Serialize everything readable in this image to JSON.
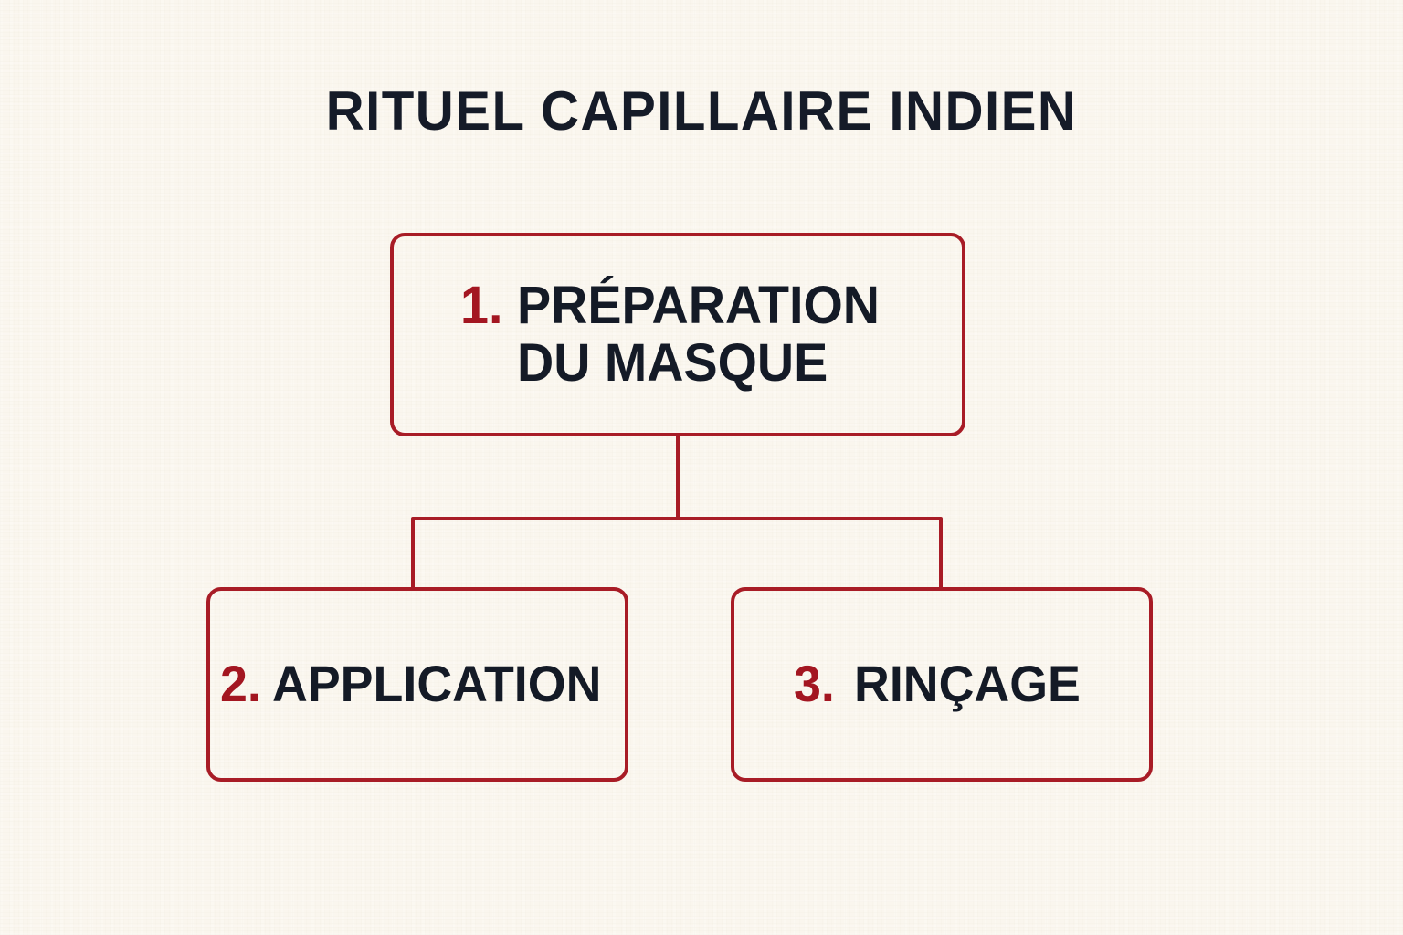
{
  "page": {
    "title": "RITUEL CAPILLAIRE INDIEN",
    "background_color": "#faf6ee",
    "accent_color": "#a81c26",
    "number_color": "#a31621",
    "text_color": "#141a26"
  },
  "diagram": {
    "type": "flowchart",
    "layout": "one-parent-two-children",
    "steps": [
      {
        "number": "1.",
        "label": "PRÉPARATION DU MASQUE",
        "label_line_1": "PRÉPARATION",
        "label_line_2": "DU MASQUE",
        "level": 1
      },
      {
        "number": "2.",
        "label": "APPLICATION",
        "level": 2
      },
      {
        "number": "3.",
        "label": "RINÇAGE",
        "level": 2
      }
    ],
    "connections": [
      {
        "from": "1.",
        "to": "2."
      },
      {
        "from": "1.",
        "to": "3."
      }
    ]
  }
}
